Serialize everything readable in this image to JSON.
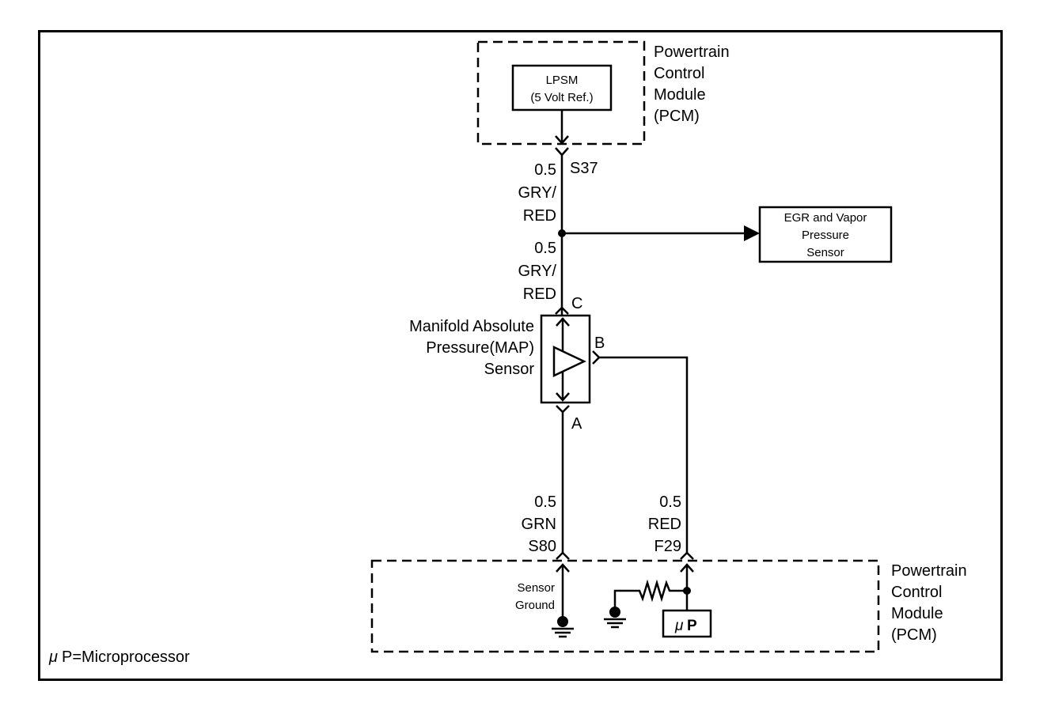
{
  "colors": {
    "ink": "#000000",
    "paper": "#ffffff"
  },
  "upper_pcm": {
    "label_lines": [
      "Powertrain",
      "Control",
      "Module",
      "(PCM)"
    ],
    "inner_box": {
      "lines": [
        "LPSM",
        "(5 Volt Ref.)"
      ]
    }
  },
  "connector_s37": {
    "label": "S37"
  },
  "wire_upper": {
    "gauge": "0.5",
    "color_lines": [
      "GRY/",
      "RED"
    ]
  },
  "wire_middle": {
    "gauge": "0.5",
    "color_lines": [
      "GRY/",
      "RED"
    ]
  },
  "egr_sensor": {
    "lines": [
      "EGR and Vapor",
      "Pressure",
      "Sensor"
    ]
  },
  "map_sensor": {
    "label_lines": [
      "Manifold Absolute",
      "Pressure(MAP)",
      "Sensor"
    ],
    "pin_c": "C",
    "pin_b": "B",
    "pin_a": "A"
  },
  "wire_ground": {
    "gauge": "0.5",
    "color": "GRN",
    "connector": "S80"
  },
  "wire_signal": {
    "gauge": "0.5",
    "color": "RED",
    "connector": "F29"
  },
  "lower_pcm": {
    "label_lines": [
      "Powertrain",
      "Control",
      "Module",
      "(PCM)"
    ],
    "sensor_ground_lines": [
      "Sensor",
      "Ground"
    ],
    "microprocessor": {
      "mu": "μ",
      "p": "P"
    }
  },
  "legend": {
    "mu": "μ",
    "text": "P=Microprocessor"
  }
}
